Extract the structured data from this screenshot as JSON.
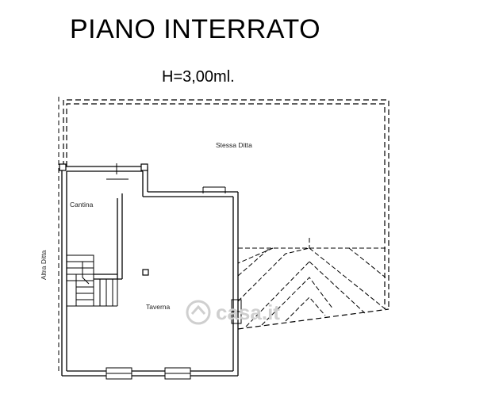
{
  "header": {
    "title": "PIANO INTERRATO",
    "height_note": "H=3,00ml."
  },
  "rooms": {
    "stessa_ditta": "Stessa Ditta",
    "cantina": "Cantina",
    "taverna": "Taverna",
    "altra_ditta": "Altra Ditta"
  },
  "watermark": {
    "text": "casa.it"
  },
  "colors": {
    "line": "#000000",
    "watermark": "#c8c8c8"
  }
}
